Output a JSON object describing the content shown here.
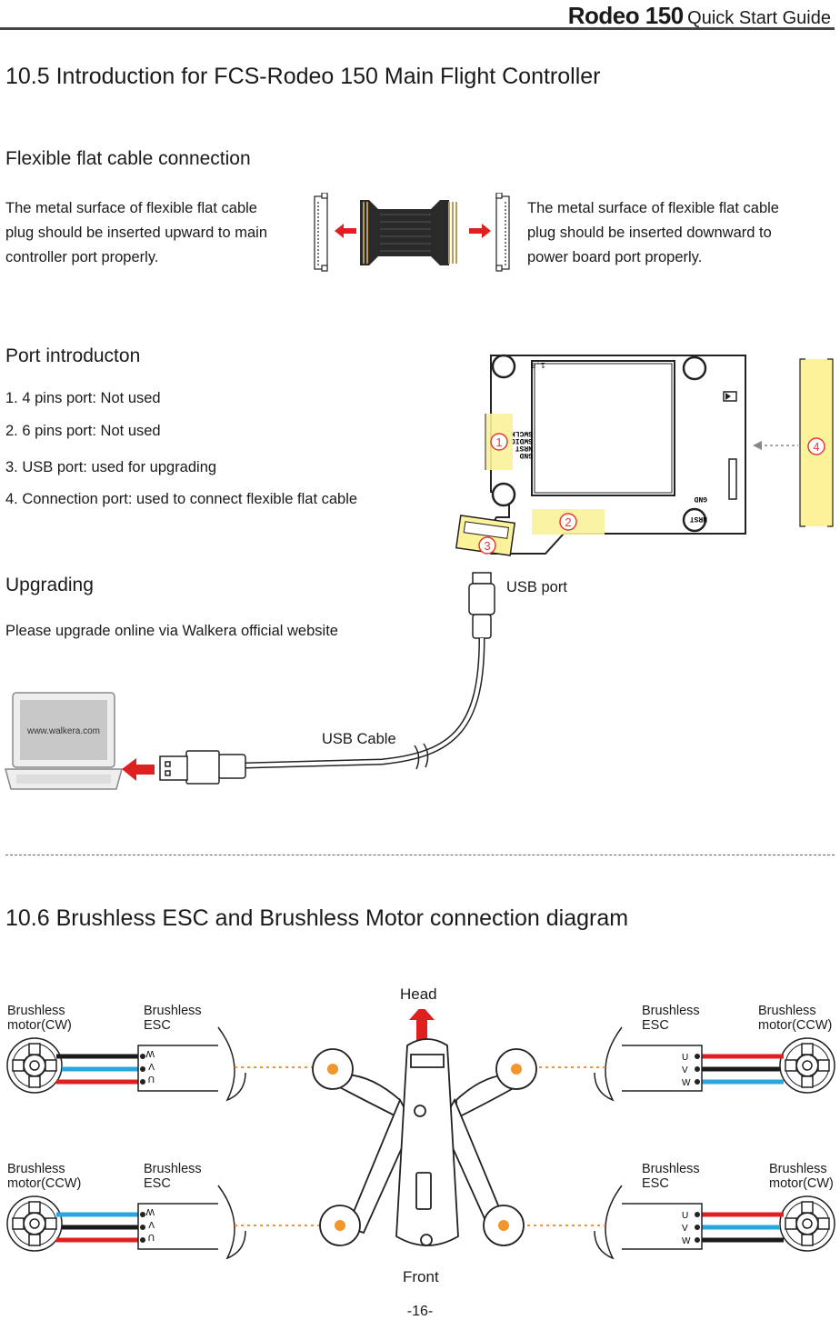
{
  "header": {
    "brand": "Rodeo 150",
    "subtitle": "Quick Start Guide"
  },
  "s105": {
    "title": "10.5 Introduction for FCS-Rodeo 150 Main Flight Controller",
    "ffc": {
      "heading": "Flexible flat cable connection",
      "left": [
        "The metal surface of flexible flat cable",
        "plug should be inserted upward to main",
        "controller port properly."
      ],
      "right": [
        "The metal surface of flexible flat cable",
        "plug should be inserted downward to",
        "power board port properly."
      ]
    },
    "ports": {
      "heading": "Port introducton",
      "items": [
        "1. 4 pins port: Not used",
        "2. 6 pins port: Not used",
        "3. USB port: used for upgrading",
        "4. Connection port: used to connect flexible flat cable"
      ],
      "badges": [
        "1",
        "2",
        "3",
        "4"
      ],
      "board_text": {
        "ver": "1.0",
        "pins": [
          "SWCLK",
          "SWDIO",
          "NRST",
          "GND"
        ],
        "bottom": [
          "GND",
          "NRST"
        ]
      }
    },
    "upgrading": {
      "heading": "Upgrading",
      "text": "Please upgrade online via Walkera official website",
      "usb_port_label": "USB port",
      "usb_cable_label": "USB Cable",
      "website": "www.walkera.com"
    }
  },
  "s106": {
    "title": "10.6  Brushless ESC and Brushless Motor connection diagram",
    "head_label": "Head",
    "front_label": "Front",
    "quadrants": [
      {
        "motor": [
          "Brushless",
          "motor(CW)"
        ],
        "esc": [
          "Brushless",
          "ESC"
        ],
        "pins": [
          "W",
          "V",
          "U"
        ]
      },
      {
        "motor": [
          "Brushless",
          "motor(CCW)"
        ],
        "esc": [
          "Brushless",
          "ESC"
        ],
        "pins": [
          "U",
          "V",
          "W"
        ]
      },
      {
        "motor": [
          "Brushless",
          "motor(CCW)"
        ],
        "esc": [
          "Brushless",
          "ESC"
        ],
        "pins": [
          "W",
          "V",
          "U"
        ]
      },
      {
        "motor": [
          "Brushless",
          "motor(CW)"
        ],
        "esc": [
          "Brushless",
          "ESC"
        ],
        "pins": [
          "U",
          "V",
          "W"
        ]
      }
    ]
  },
  "colors": {
    "red": "#e02020",
    "blue": "#2aa6df",
    "black": "#1a1a1a",
    "orange": "#f0962a",
    "badge_fill": "#fbf29a",
    "badge_circle": "#e83a30"
  },
  "page_number": "-16-"
}
